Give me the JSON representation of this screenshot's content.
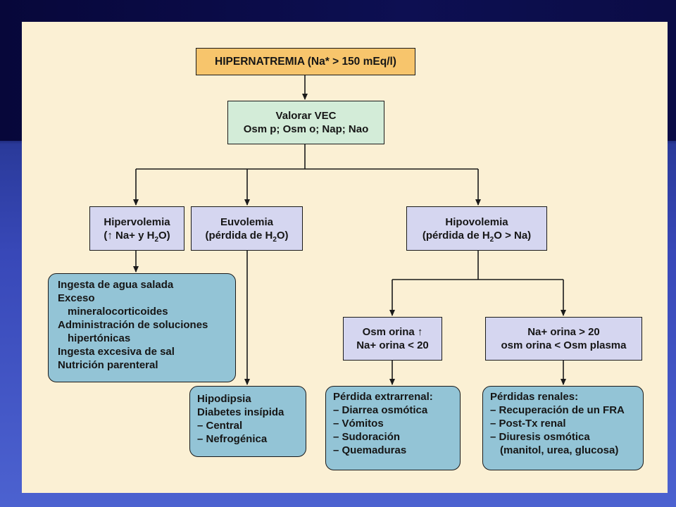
{
  "diagram": {
    "title": "HIPERNATREMIA (Na* > 150 mEq/l)",
    "vec": {
      "line1": "Valorar VEC",
      "line2": "Osm p; Osm o; Nap; Nao"
    },
    "hiper": {
      "line1": "Hipervolemia",
      "arrow": "↑",
      "mid": "Na+ y H",
      "sub": "2",
      "tail": "O"
    },
    "eu": {
      "line1": "Euvolemia",
      "pre": "pérdida de H",
      "sub": "2",
      "tail": "O"
    },
    "hipo": {
      "line1": "Hipovolemia",
      "pre": "pérdida de H",
      "sub": "2",
      "tail": "O > Na"
    },
    "hiper_causes": [
      "Ingesta de agua salada",
      "Exceso",
      "mineralocorticoides",
      "Administración de soluciones",
      "hipertónicas",
      "Ingesta excesiva de sal",
      "Nutrición parenteral"
    ],
    "osm_orina": {
      "line1": "Osm orina",
      "arrow": "↑",
      "line2": "Na+ orina < 20"
    },
    "na_orina": {
      "line1": "Na+ orina > 20",
      "line2": "osm orina < Osm plasma"
    },
    "eu_causes": [
      "Hipodipsia",
      "Diabetes insípida",
      "– Central",
      "– Nefrogénica"
    ],
    "extrarrenal": [
      "Pérdida extrarrenal:",
      "– Diarrea osmótica",
      "– Vómitos",
      "– Sudoración",
      "– Quemaduras"
    ],
    "renales": [
      "Pérdidas renales:",
      "– Recuperación de un FRA",
      "– Post-Tx renal",
      "– Diuresis osmótica",
      "(manitol, urea, glucosa)"
    ]
  },
  "colors": {
    "title_box": "#f7c56c",
    "vec_box": "#d3ecd8",
    "category_box": "#d5d6f0",
    "cause_box": "#93c4d6",
    "slide_background": "#fbf0d4"
  }
}
